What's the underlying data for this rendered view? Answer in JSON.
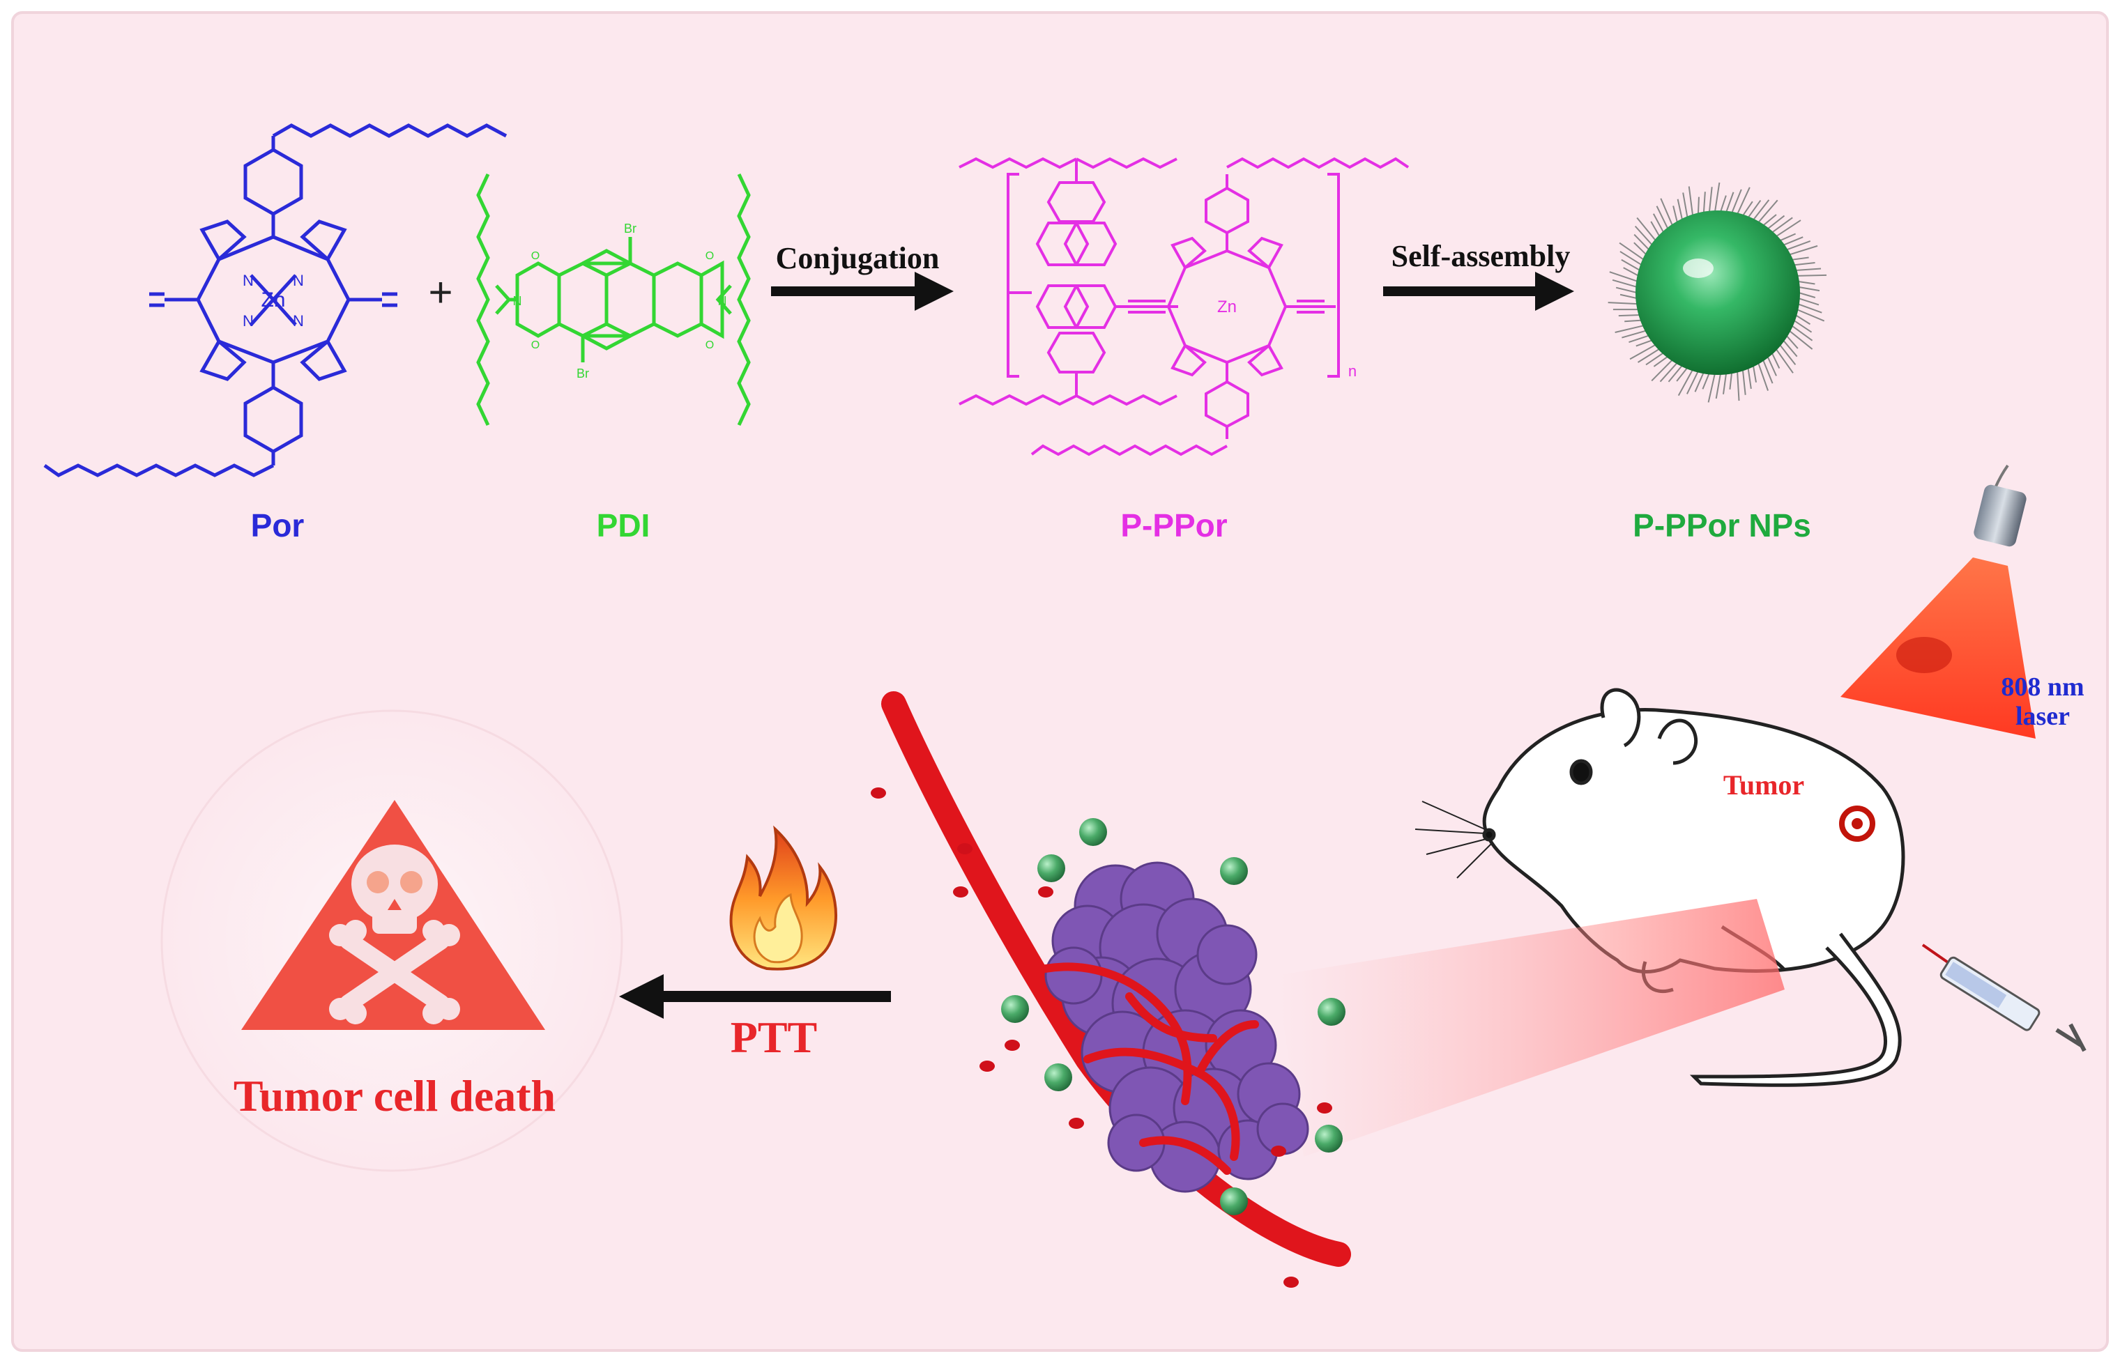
{
  "compounds": {
    "por": {
      "label": "Por",
      "metal": "Zn",
      "n_atom": "N"
    },
    "pdi": {
      "label": "PDI",
      "br_atom": "Br",
      "n_atom": "N",
      "o_atom": "O"
    },
    "pppor": {
      "label": "P-PPor",
      "repeat": "n"
    },
    "nps": {
      "label": "P-PPor NPs"
    }
  },
  "operators": {
    "plus": "+"
  },
  "steps": {
    "conjugation": "Conjugation",
    "self_assembly": "Self-assembly",
    "ptt": "PTT"
  },
  "labels": {
    "laser": [
      "808 nm",
      "laser"
    ],
    "tumor": "Tumor",
    "outcome": "Tumor cell death"
  },
  "colors": {
    "background": "#fce8ee",
    "por": "#2a2ad8",
    "pdi": "#33d633",
    "pppor": "#e42fe4",
    "nps_text": "#1faa3e",
    "red": "#e8262a",
    "laser_text": "#1f2bd0",
    "purple": "#7f56b4",
    "green_dot": "#3f9a5c"
  },
  "icons": [
    "skull-crossbones-icon",
    "fire-icon",
    "laser-emitter-icon",
    "syringe-icon",
    "mouse-illustration"
  ]
}
